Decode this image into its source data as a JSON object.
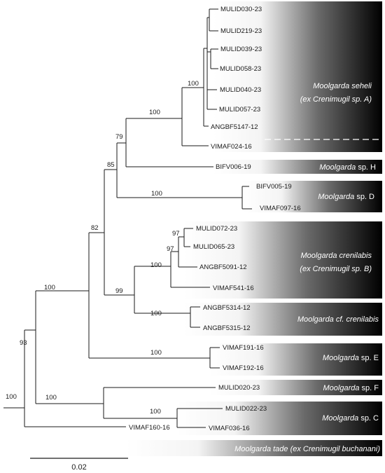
{
  "tips": {
    "MULID030": "MULID030-23",
    "MULID219": "MULID219-23",
    "MULID039": "MULID039-23",
    "MULID058": "MULID058-23",
    "MULID040": "MULID040-23",
    "MULID057": "MULID057-23",
    "ANGBF5147": "ANGBF5147-12",
    "VIMAF024": "VIMAF024-16",
    "BIFV006": "BIFV006-19",
    "BIFV005": "BIFV005-19",
    "VIMAF097": "VIMAF097-16",
    "MULID072": "MULID072-23",
    "MULID065": "MULID065-23",
    "ANGBF5091": "ANGBF5091-12",
    "VIMAF541": "VIMAF541-16",
    "ANGBF5314": "ANGBF5314-12",
    "ANGBF5315": "ANGBF5315-12",
    "VIMAF191": "VIMAF191-16",
    "VIMAF192": "VIMAF192-16",
    "MULID020": "MULID020-23",
    "MULID022": "MULID022-23",
    "VIMAF036": "VIMAF036-16",
    "VIMAF160": "VIMAF160-16"
  },
  "support": {
    "root": "100",
    "n93": "93",
    "n100a": "100",
    "n82": "82",
    "n85": "85",
    "n79": "79",
    "n100seheli": "100",
    "n100seheliInner": "100",
    "n100D": "100",
    "n99": "99",
    "n100crenB": "100",
    "n97a": "97",
    "n97b": "97",
    "n100cf": "100",
    "n100E": "100",
    "n100FC": "100",
    "n100C": "100"
  },
  "clades": {
    "seheli_line1": "Moolgarda seheli",
    "seheli_line2": "(ex Crenimugil sp. A)",
    "H_name": "Moolgarda",
    "H_sp": "sp. H",
    "D_name": "Moolgarda",
    "D_sp": "sp. D",
    "crenilabis_line1": "Moolgarda crenilabis",
    "crenilabis_line2": "(ex Crenimugil sp. B)",
    "cf_name": "Moolgarda cf. crenilabis",
    "E_name": "Moolgarda",
    "E_sp": "sp. E",
    "F_name": "Moolgarda",
    "F_sp": "sp. F",
    "C_name": "Moolgarda",
    "C_sp": "sp. C",
    "tade": "Moolgarda  tade (ex Crenimugil buchanani)"
  },
  "scale_bar": {
    "label": "0.02"
  },
  "colors": {
    "band_dark": "#000000",
    "band_light": "#ffffff",
    "branch": "#1a1a1a"
  }
}
